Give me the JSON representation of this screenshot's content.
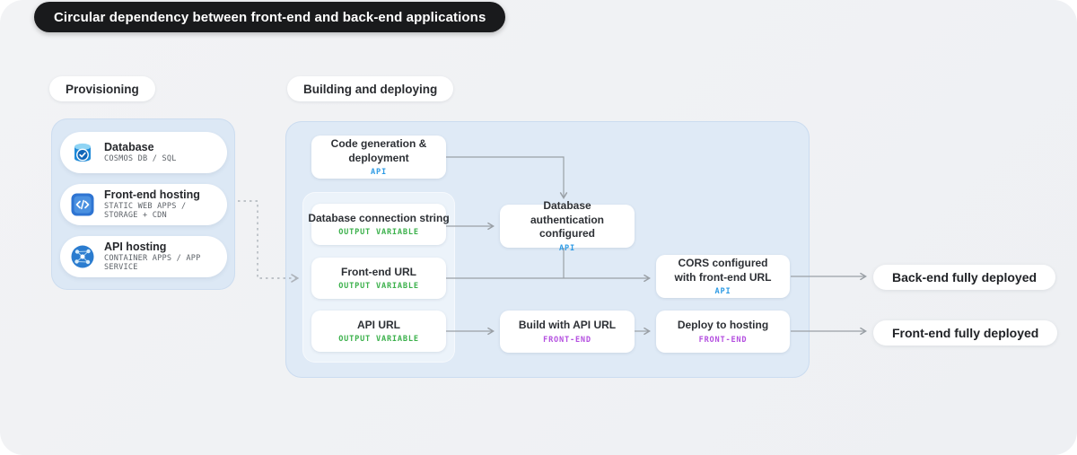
{
  "page": {
    "title": "Circular dependency between front-end and back-end applications"
  },
  "sections": {
    "provisioning_label": "Provisioning",
    "building_label": "Building and deploying"
  },
  "provisioning": {
    "cards": [
      {
        "title": "Database",
        "subtitle": "COSMOS DB / SQL",
        "icon": "database-icon"
      },
      {
        "title": "Front-end hosting",
        "subtitle": "STATIC WEB APPS / STORAGE + CDN",
        "icon": "code-brackets-icon"
      },
      {
        "title": "API hosting",
        "subtitle": "CONTAINER APPS / APP SERVICE",
        "icon": "globe-network-icon"
      }
    ]
  },
  "building": {
    "code_generation": {
      "title": "Code generation & deployment",
      "tag": "API"
    },
    "database_connection_string": {
      "title": "Database connection string",
      "tag": "OUTPUT VARIABLE"
    },
    "frontend_url": {
      "title": "Front-end URL",
      "tag": "OUTPUT VARIABLE"
    },
    "api_url": {
      "title": "API URL",
      "tag": "OUTPUT VARIABLE"
    },
    "database_auth": {
      "title": "Database authentication configured",
      "tag": "API"
    },
    "cors": {
      "title": "CORS configured with front-end URL",
      "tag": "API"
    },
    "build_with_api_url": {
      "title": "Build with API URL",
      "tag": "FRONT-END"
    },
    "deploy_to_hosting": {
      "title": "Deploy to hosting",
      "tag": "FRONT-END"
    }
  },
  "outcomes": {
    "backend": "Back-end fully deployed",
    "frontend": "Front-end fully deployed"
  },
  "colors": {
    "api_tag": "#2e9be5",
    "output_tag": "#3cb14c",
    "frontend_tag": "#b44fe0",
    "arrow": "#9aa0a6",
    "panel_blue": "#dce8f5",
    "title_pill_bg": "#191a1c"
  }
}
